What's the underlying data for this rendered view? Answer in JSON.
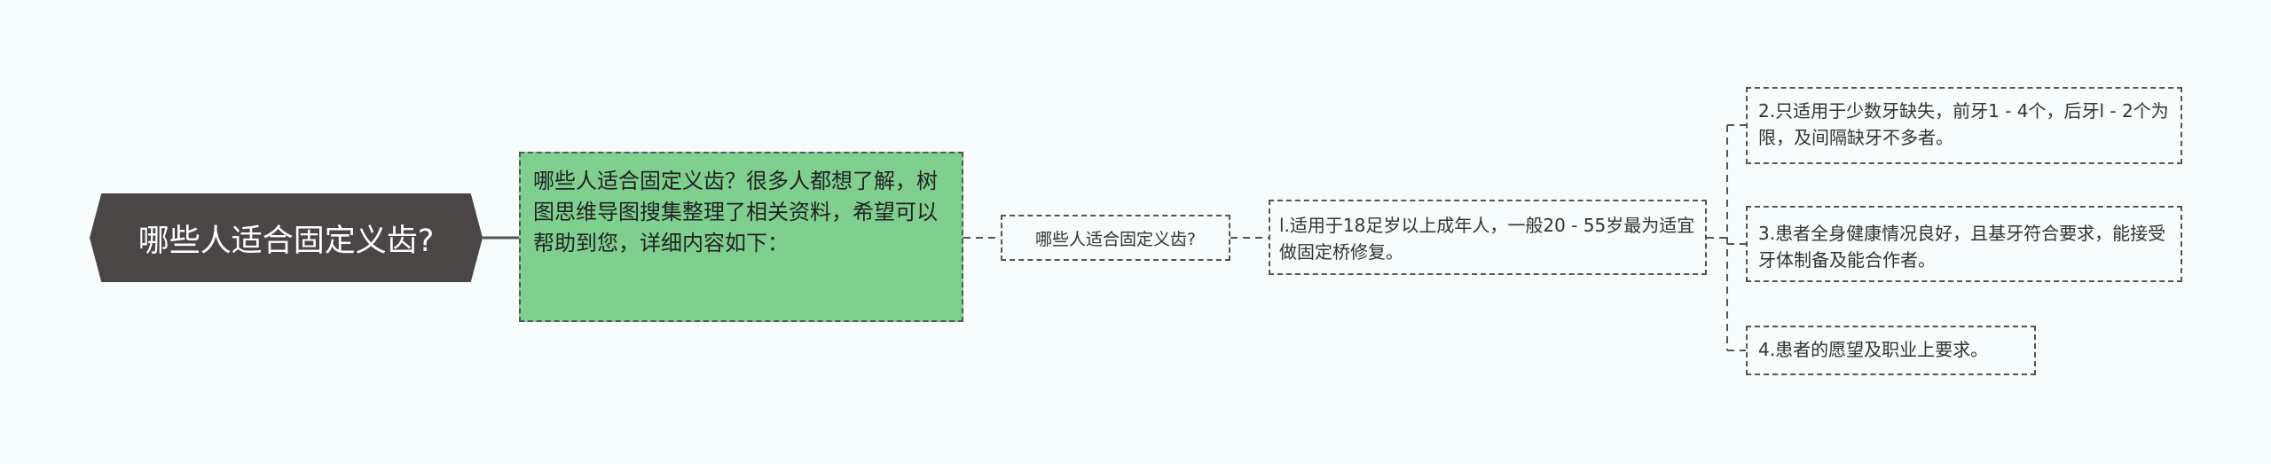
{
  "root": {
    "label": "哪些人适合固定义齿?"
  },
  "intro": {
    "text": "哪些人适合固定义齿？很多人都想了解，树图思维导图搜集整理了相关资料，希望可以帮助到您，详细内容如下："
  },
  "topic": {
    "label": "哪些人适合固定义齿?"
  },
  "point1": {
    "text": "l.适用于18足岁以上成年人，一般20 - 55岁最为适宜做固定桥修复。"
  },
  "details": [
    {
      "text": "2.只适用于少数牙缺失，前牙1 - 4个，后牙l - 2个为限，及间隔缺牙不多者。"
    },
    {
      "text": "3.患者全身健康情况良好，且基牙符合要求，能接受牙体制备及能合作者。"
    },
    {
      "text": "4.患者的愿望及职业上要求。"
    }
  ]
}
